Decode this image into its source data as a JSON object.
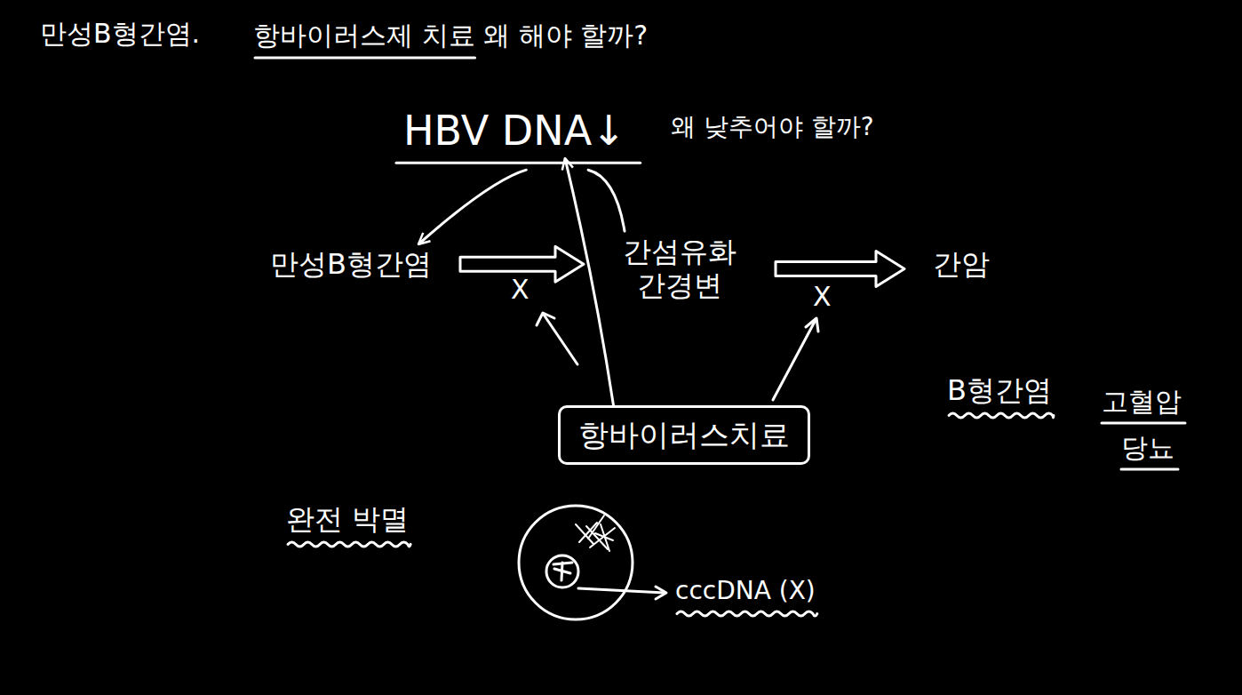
{
  "diagram": {
    "title": "만성B형간염.",
    "nodes": [
      {
        "text": [
          "HBV DNA↓"
        ]
      },
      {
        "text": [
          "만성B형간염"
        ]
      },
      {
        "text": [
          "간섬유화 간경변"
        ]
      },
      {
        "text": [
          "간암"
        ]
      },
      {
        "text": [
          "항바이러스치료"
        ]
      }
    ],
    "edges": [
      {
        "from": 1,
        "to": 2,
        "arrow": "to"
      },
      {
        "from": 2,
        "to": 3,
        "arrow": "to"
      },
      {
        "from": 4,
        "to": 0,
        "arrow": "to"
      },
      {
        "from": 0,
        "to": 1,
        "arrow": "to"
      },
      {
        "from": 0,
        "to": 2,
        "arrow": "none"
      }
    ],
    "labels": [
      "항바이러스제 치료 왜 해야 할까?",
      "왜 낮추어야 할까?",
      "X",
      "X",
      "완전 박멸",
      "cccDNA (X)",
      "B형간염",
      "고혈압",
      "당뇨"
    ]
  }
}
